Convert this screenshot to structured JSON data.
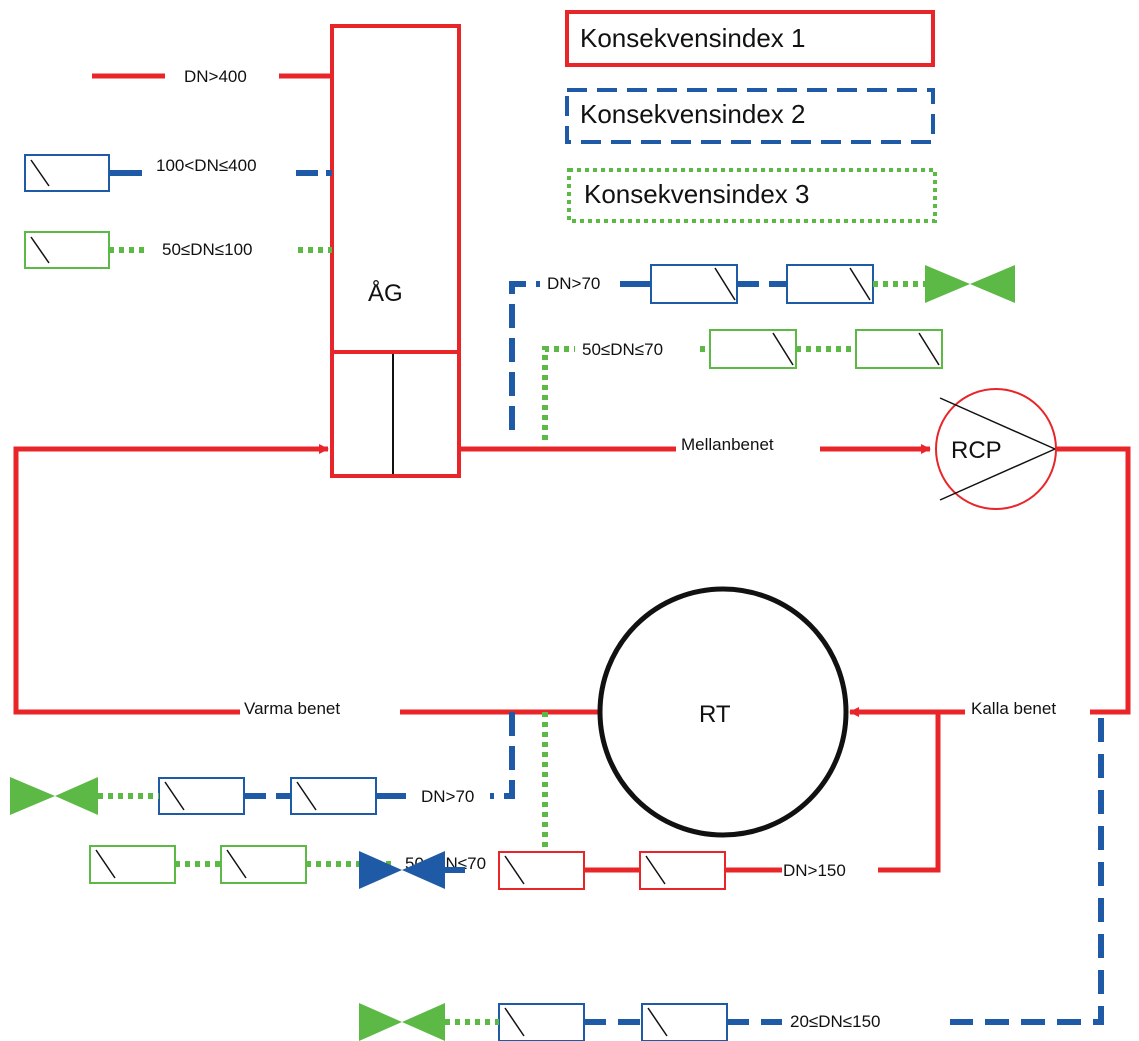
{
  "colors": {
    "index1": "#e8262a",
    "index2": "#1f5aa6",
    "index3": "#5cb946",
    "black": "#111111"
  },
  "legend": {
    "index1": "Konsekvensindex 1",
    "index2": "Konsekvensindex 2",
    "index3": "Konsekvensindex 3"
  },
  "components": {
    "ag": "ÅG",
    "rcp": "RCP",
    "rt": "RT"
  },
  "legs": {
    "mellan": "Mellanbenet",
    "varma": "Varma benet",
    "kalla": "Kalla benet"
  },
  "pipes": {
    "ag_dn400": "DN>400",
    "ag_dn100_400": "100<DN≤400",
    "ag_dn50_100": "50≤DN≤100",
    "mellan_dn70": "DN>70",
    "mellan_dn50_70": "50≤DN≤70",
    "varma_dn70": "DN>70",
    "varma_dn50_70": "50≤DN≤70",
    "kalla_dn150": "DN>150",
    "kalla_dn20_150": "20≤DN≤150"
  }
}
